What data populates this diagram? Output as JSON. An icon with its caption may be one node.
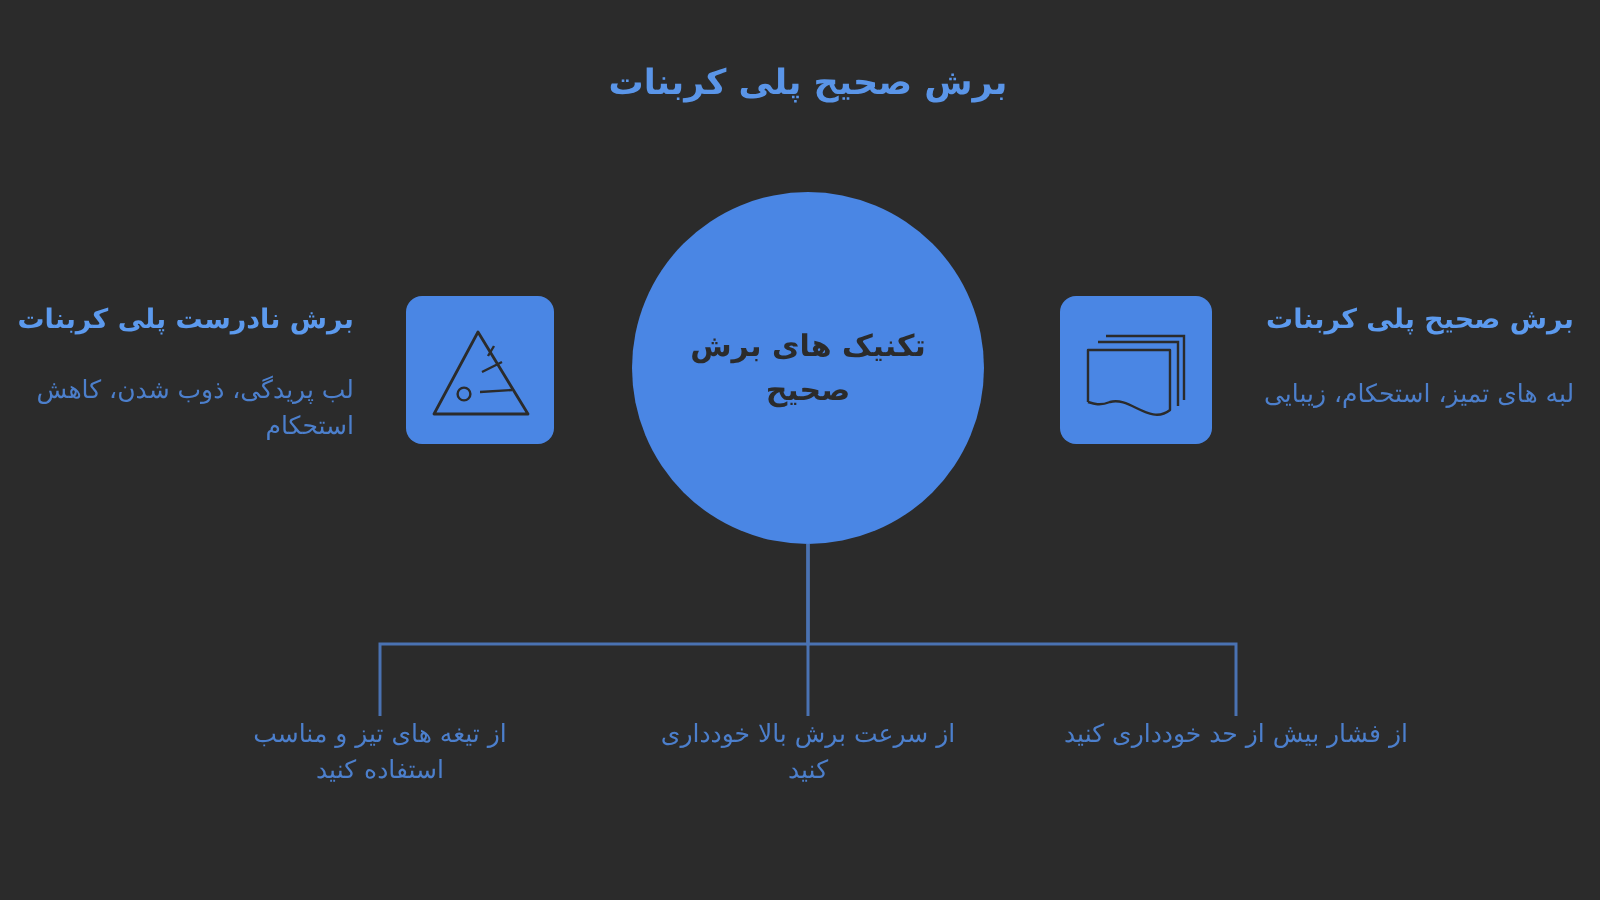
{
  "diagram": {
    "title": "برش صحیح پلی کربنات",
    "nodes": [
      {
        "text": [
          "تکنیک های برش صحیح"
        ]
      },
      {
        "text": [
          "از فشار بیش از حد خودداری کنید"
        ]
      },
      {
        "text": [
          "از سرعت برش بالا خودداری کنید"
        ]
      },
      {
        "text": [
          "از تیغه های تیز و مناسب استفاده کنید"
        ]
      }
    ],
    "edges": [
      {
        "from": 0,
        "to": 1,
        "arrow": "none"
      },
      {
        "from": 0,
        "to": 2,
        "arrow": "none"
      },
      {
        "from": 0,
        "to": 3,
        "arrow": "none"
      }
    ],
    "labels": [
      "برش صحیح پلی کربنات",
      "لبه های تمیز، استحکام، زیبایی",
      "برش نادرست پلی کربنات",
      "لب پریدگی، ذوب شدن، کاهش استحکام"
    ]
  }
}
